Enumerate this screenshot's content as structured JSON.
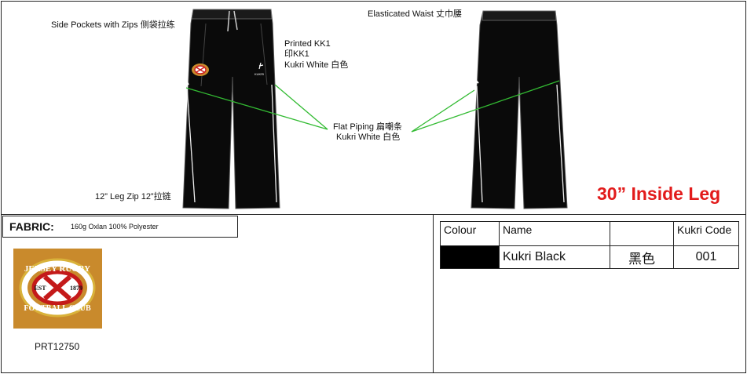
{
  "labels": {
    "side_pockets": "Side Pockets with Zips 侧袋拉练",
    "printed_kk1_line1": "Printed KK1",
    "printed_kk1_line2": "印KK1",
    "printed_kk1_line3": "Kukri White  白色",
    "elasticated_waist": "Elasticated Waist    丈巾腰",
    "flat_piping_line1": "Flat Piping   扁嘲条",
    "flat_piping_line2": "Kukri White  白色",
    "leg_zip": "12” Leg Zip    12”拉链",
    "inside_leg": "30” Inside Leg",
    "kukri_mark": "KUKRI"
  },
  "fabric": {
    "key": "FABRIC:",
    "value": "160g Oxlan 100% Polyester"
  },
  "club_logo": {
    "top_text": "JERSEY RUGBY",
    "bottom_text": "FOOTBALL CLUB",
    "est": "EST",
    "year": "1879"
  },
  "product_code": "PRT12750",
  "colour_table": {
    "headers": [
      "Colour",
      "Name",
      "",
      "Kukri Code"
    ],
    "rows": [
      {
        "swatch": "#000000",
        "name": "Kukri Black",
        "chinese": "黑色",
        "code": "001"
      }
    ]
  },
  "colors": {
    "inside_leg_red": "#e21b1b",
    "piping_line_green": "#33bb33",
    "logo_background": "#c98a2c"
  }
}
